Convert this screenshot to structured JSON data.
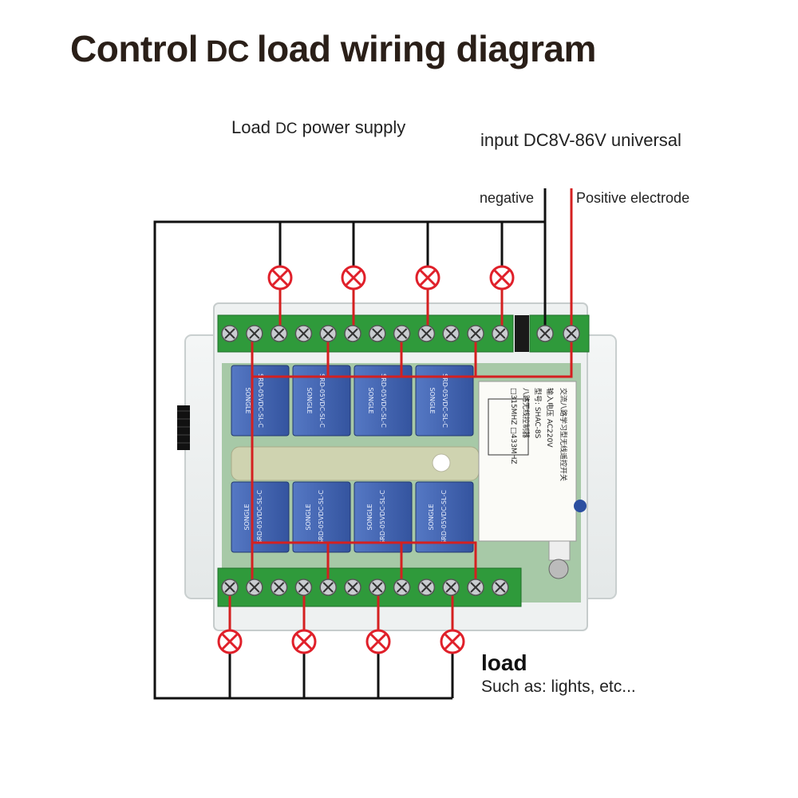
{
  "title": {
    "part1": "Control",
    "part2": "DC",
    "part3": "load wiring diagram"
  },
  "labels": {
    "supply_part1": "Load",
    "supply_part2": "DC",
    "supply_part3": "power supply",
    "input": "input DC8V-86V universal",
    "negative": "negative",
    "positive": "Positive electrode",
    "load": "load",
    "load_example": "Such as: lights, etc..."
  },
  "module_label": {
    "line1": "交流八路学习型无线遥控开关",
    "line2": "输入电压 AC220V",
    "line3": "型号: SHAC-8S",
    "line4": "八路无线控制器",
    "line5": "□315MHZ □433MHZ"
  },
  "relay_text": [
    "SRD-05VDC-SL-C",
    "SONGLE"
  ],
  "colors": {
    "positive_wire": "#d42020",
    "negative_wire": "#111111",
    "terminal_green": "#2f9a3b",
    "relay_blue": "#3f63b3",
    "board_green": "#4c9b4a",
    "lamp_red": "#e0202a"
  }
}
